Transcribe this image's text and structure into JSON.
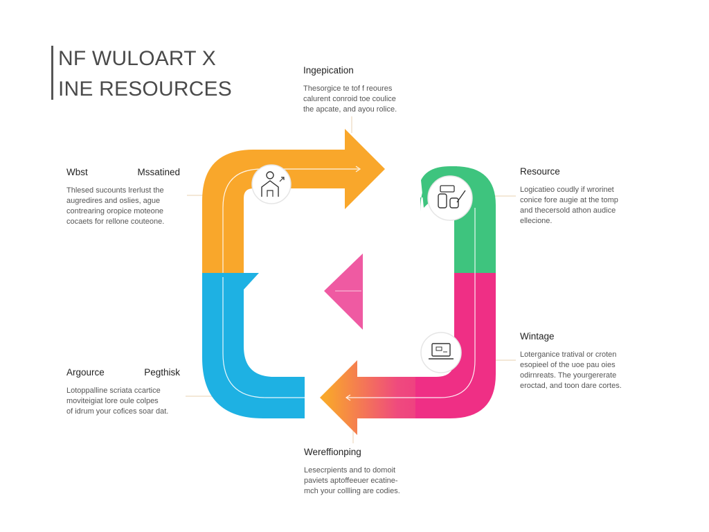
{
  "title": {
    "line1": "NF WULOART X",
    "line2": "INE RESOURCES"
  },
  "top": {
    "heading": "Ingepication",
    "lines": [
      "Thesorgice te tof f reoures",
      "calurent conroid toe coulice",
      "the apcate, and ayou rolice."
    ]
  },
  "left": {
    "heading_a": "Wbst",
    "heading_b": "Mssatined",
    "lines": [
      "Thlesed sucounts lrerlust the",
      "augredires and oslies, ague",
      "contrearing oropice moteone",
      "cocaets for rellone couteone."
    ]
  },
  "right": {
    "heading": "Resource",
    "lines": [
      "Logicatieo coudly if wrorinet",
      "conice fore augie at the tomp",
      "and thecersold athon audice",
      "ellecione."
    ]
  },
  "right_lower": {
    "heading": "Wintage",
    "lines": [
      "Loterganice tratival or croten",
      "esopieel of the uoe pau oies",
      "odirnreats. The yourgererate",
      "eroctad, and toon dare cortes."
    ]
  },
  "left_lower": {
    "heading_a": "Argource",
    "heading_b": "Pegthisk",
    "lines": [
      "Lotoppalline scriata ccartice",
      "moviteigiat lore oule colpes",
      "of idrum your cofices soar dat."
    ]
  },
  "bottom": {
    "heading": "Wereffionping",
    "lines": [
      "Lesecrpients and to domoit",
      "paviets aptoffeeuer ecatine-",
      "mch your collling are codies."
    ]
  },
  "colors": {
    "orange": "#F9A72B",
    "green": "#3EC47E",
    "blue": "#1EB1E3",
    "pink": "#EF2F85",
    "connector": "#e8d3b6"
  },
  "icons": [
    "person-home-icon",
    "tools-icon",
    "laptop-icon"
  ]
}
